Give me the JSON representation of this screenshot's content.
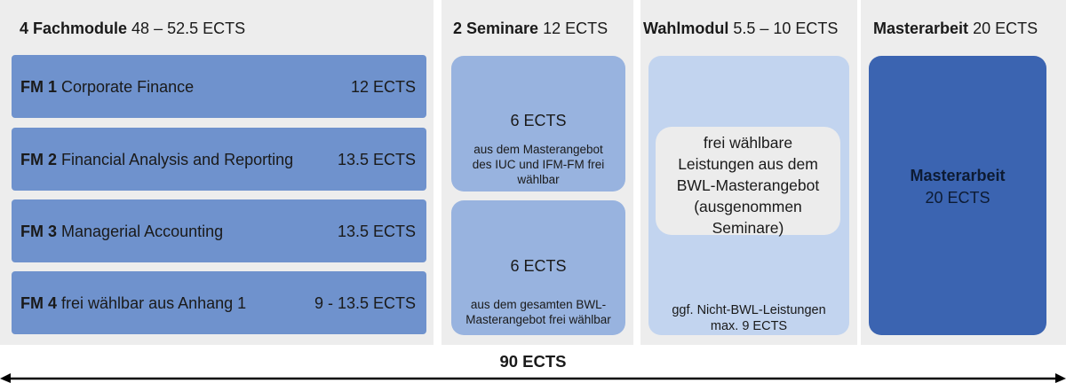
{
  "columns": {
    "fachmodule": {
      "title_bold": "4 Fachmodule",
      "title_rest": "48 – 52.5 ECTS"
    },
    "seminare": {
      "title_bold": "2 Seminare",
      "title_rest": "12 ECTS"
    },
    "wahlmodul": {
      "title_bold": "Wahlmodul",
      "title_rest": "5.5 – 10 ECTS"
    },
    "masterarbeit": {
      "title_bold": "Masterarbeit",
      "title_rest": "20 ECTS"
    }
  },
  "modules": [
    {
      "code": "FM 1",
      "name": "Corporate Finance",
      "ects": "12 ECTS"
    },
    {
      "code": "FM 2",
      "name": "Financial Analysis and Reporting",
      "ects": "13.5 ECTS"
    },
    {
      "code": "FM 3",
      "name": "Managerial Accounting",
      "ects": "13.5 ECTS"
    },
    {
      "code": "FM 4",
      "name": "frei wählbar aus Anhang 1",
      "ects": "9 - 13.5 ECTS"
    }
  ],
  "seminars": [
    {
      "ects": "6 ECTS",
      "lines": [
        "aus dem Masterangebot",
        "des IUC und IFM-FM frei",
        "wählbar"
      ]
    },
    {
      "ects": "6 ECTS",
      "lines": [
        "aus dem gesamten BWL-",
        "Masterangebot frei wählbar"
      ]
    }
  ],
  "wahlmodul_box": {
    "pill_lines": [
      "frei wählbare",
      "Leistungen aus dem",
      "BWL-Masterangebot",
      "(ausgenommen",
      "Seminare)"
    ],
    "note_lines": [
      "ggf. Nicht-BWL-Leistungen",
      "max. 9 ECTS"
    ]
  },
  "masterarbeit_box": {
    "title": "Masterarbeit",
    "ects": "20 ECTS"
  },
  "total": "90 ECTS"
}
